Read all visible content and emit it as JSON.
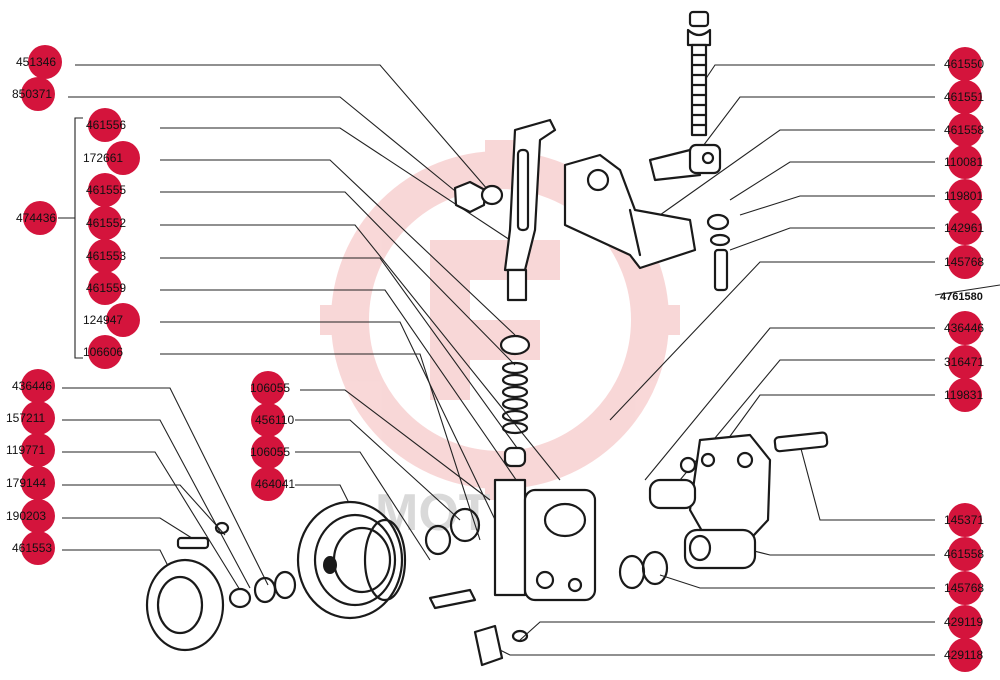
{
  "watermark": {
    "text": "МОТЕК",
    "color": "#f4b8b8"
  },
  "callout_color": "#d4143c",
  "callouts_left": {
    "c1": "451346",
    "c2": "850371",
    "c3": "461556",
    "c4": "172661",
    "c5": "461555",
    "c6": "461552",
    "c7": "461553",
    "c8": "461559",
    "c9": "124947",
    "c10": "106606",
    "c11": "474436",
    "c12": "436446",
    "c13": "157211",
    "c14": "119771",
    "c15": "179144",
    "c16": "190203",
    "c17": "461553"
  },
  "callouts_center": {
    "m1": "106055",
    "m2": "456110",
    "m3": "106055",
    "m4": "464041"
  },
  "callouts_right": {
    "r1": "461550",
    "r2": "461551",
    "r3": "461558",
    "r4": "110081",
    "r5": "119801",
    "r6": "142961",
    "r7": "145768",
    "r8": "4761580",
    "r9": "436446",
    "r10": "316471",
    "r11": "119831",
    "r12": "145371",
    "r13": "461558",
    "r14": "145768",
    "r15": "429119",
    "r16": "429118"
  }
}
